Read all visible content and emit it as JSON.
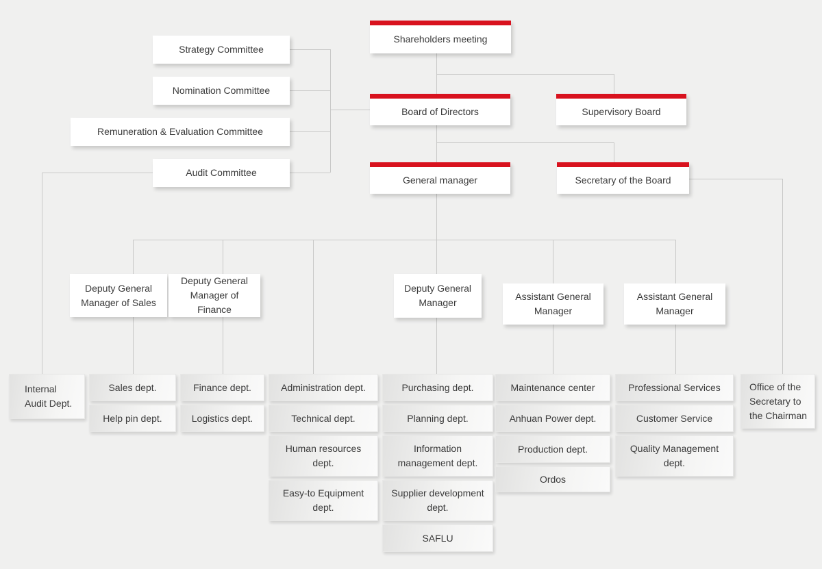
{
  "colors": {
    "background": "#f0f0ef",
    "accent_red": "#d8121e",
    "connector_line": "#c8c8c7",
    "text": "#3a3a3a"
  },
  "org_chart": {
    "top_level": {
      "shareholders": "Shareholders meeting",
      "board": "Board of Directors",
      "supervisory": "Supervisory Board",
      "general_manager": "General manager",
      "board_secretary": "Secretary of the Board"
    },
    "committees": {
      "strategy": "Strategy Committee",
      "nomination": "Nomination Committee",
      "remuneration": "Remuneration & Evaluation Committee",
      "audit": "Audit Committee"
    },
    "managers": {
      "deputy_sales": "Deputy General Manager of Sales",
      "deputy_finance": "Deputy General Manager of Finance",
      "deputy": "Deputy General Manager",
      "assistant_1": "Assistant General Manager",
      "assistant_2": "Assistant General Manager"
    },
    "departments": {
      "internal_audit": "Internal Audit Dept.",
      "sales": "Sales dept.",
      "help_pin": "Help pin dept.",
      "finance": "Finance dept.",
      "logistics": "Logistics dept.",
      "administration": "Administration dept.",
      "technical": "Technical dept.",
      "human_resources": "Human resources dept.",
      "easy_to_equipment": "Easy-to Equipment dept.",
      "purchasing": "Purchasing dept.",
      "planning": "Planning dept.",
      "information_management": "Information management dept.",
      "supplier_development": "Supplier development dept.",
      "saflu": "SAFLU",
      "maintenance_center": "Maintenance center",
      "anhuan_power": "Anhuan Power dept.",
      "production": "Production dept.",
      "ordos": "Ordos",
      "professional_services": "Professional Services",
      "customer_service": "Customer Service",
      "quality_management": "Quality Management dept.",
      "secretary_office": "Office of the Secretary to the Chairman"
    }
  }
}
